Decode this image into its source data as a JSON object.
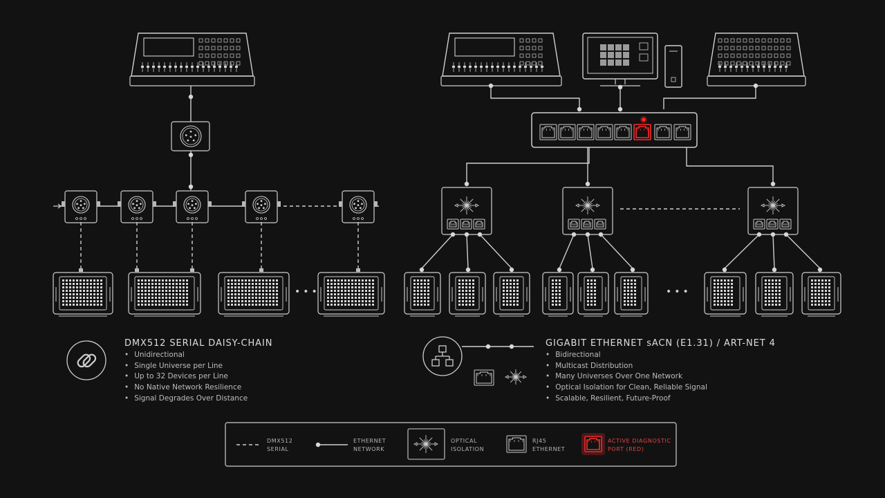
{
  "colors": {
    "background": "#121212",
    "line": "#cfcfcf",
    "active": "#ff2a2a"
  },
  "left_panel": {
    "title": "DMX512  SERIAL DAISY-CHAIN",
    "icon": "chain-link-icon",
    "bullets": [
      "Unidirectional",
      "Single Universe per Line",
      "Up to 32 Devices per Line",
      "No Native Network Resilience",
      "Signal Degrades Over Distance"
    ]
  },
  "right_panel": {
    "title": "GIGABIT ETHERNET  sACN (E1.31) / ART-NET 4",
    "icon": "network-topology-icon",
    "bullets": [
      "Bidirectional",
      "Multicast Distribution",
      "Many Universes Over One Network",
      "Optical Isolation for Clean, Reliable Signal",
      "Scalable, Resilient, Future-Proof"
    ]
  },
  "continuation": "•••",
  "legend": {
    "dmx_line": "DMX512\nSERIAL",
    "ethernet_line": "ETHERNET\nNETWORK",
    "optical": "OPTICAL\nISOLATION",
    "rj45": "RJ45\nETHERNET",
    "active_port": "ACTIVE DIAGNOSTIC\nPORT (RED)"
  }
}
